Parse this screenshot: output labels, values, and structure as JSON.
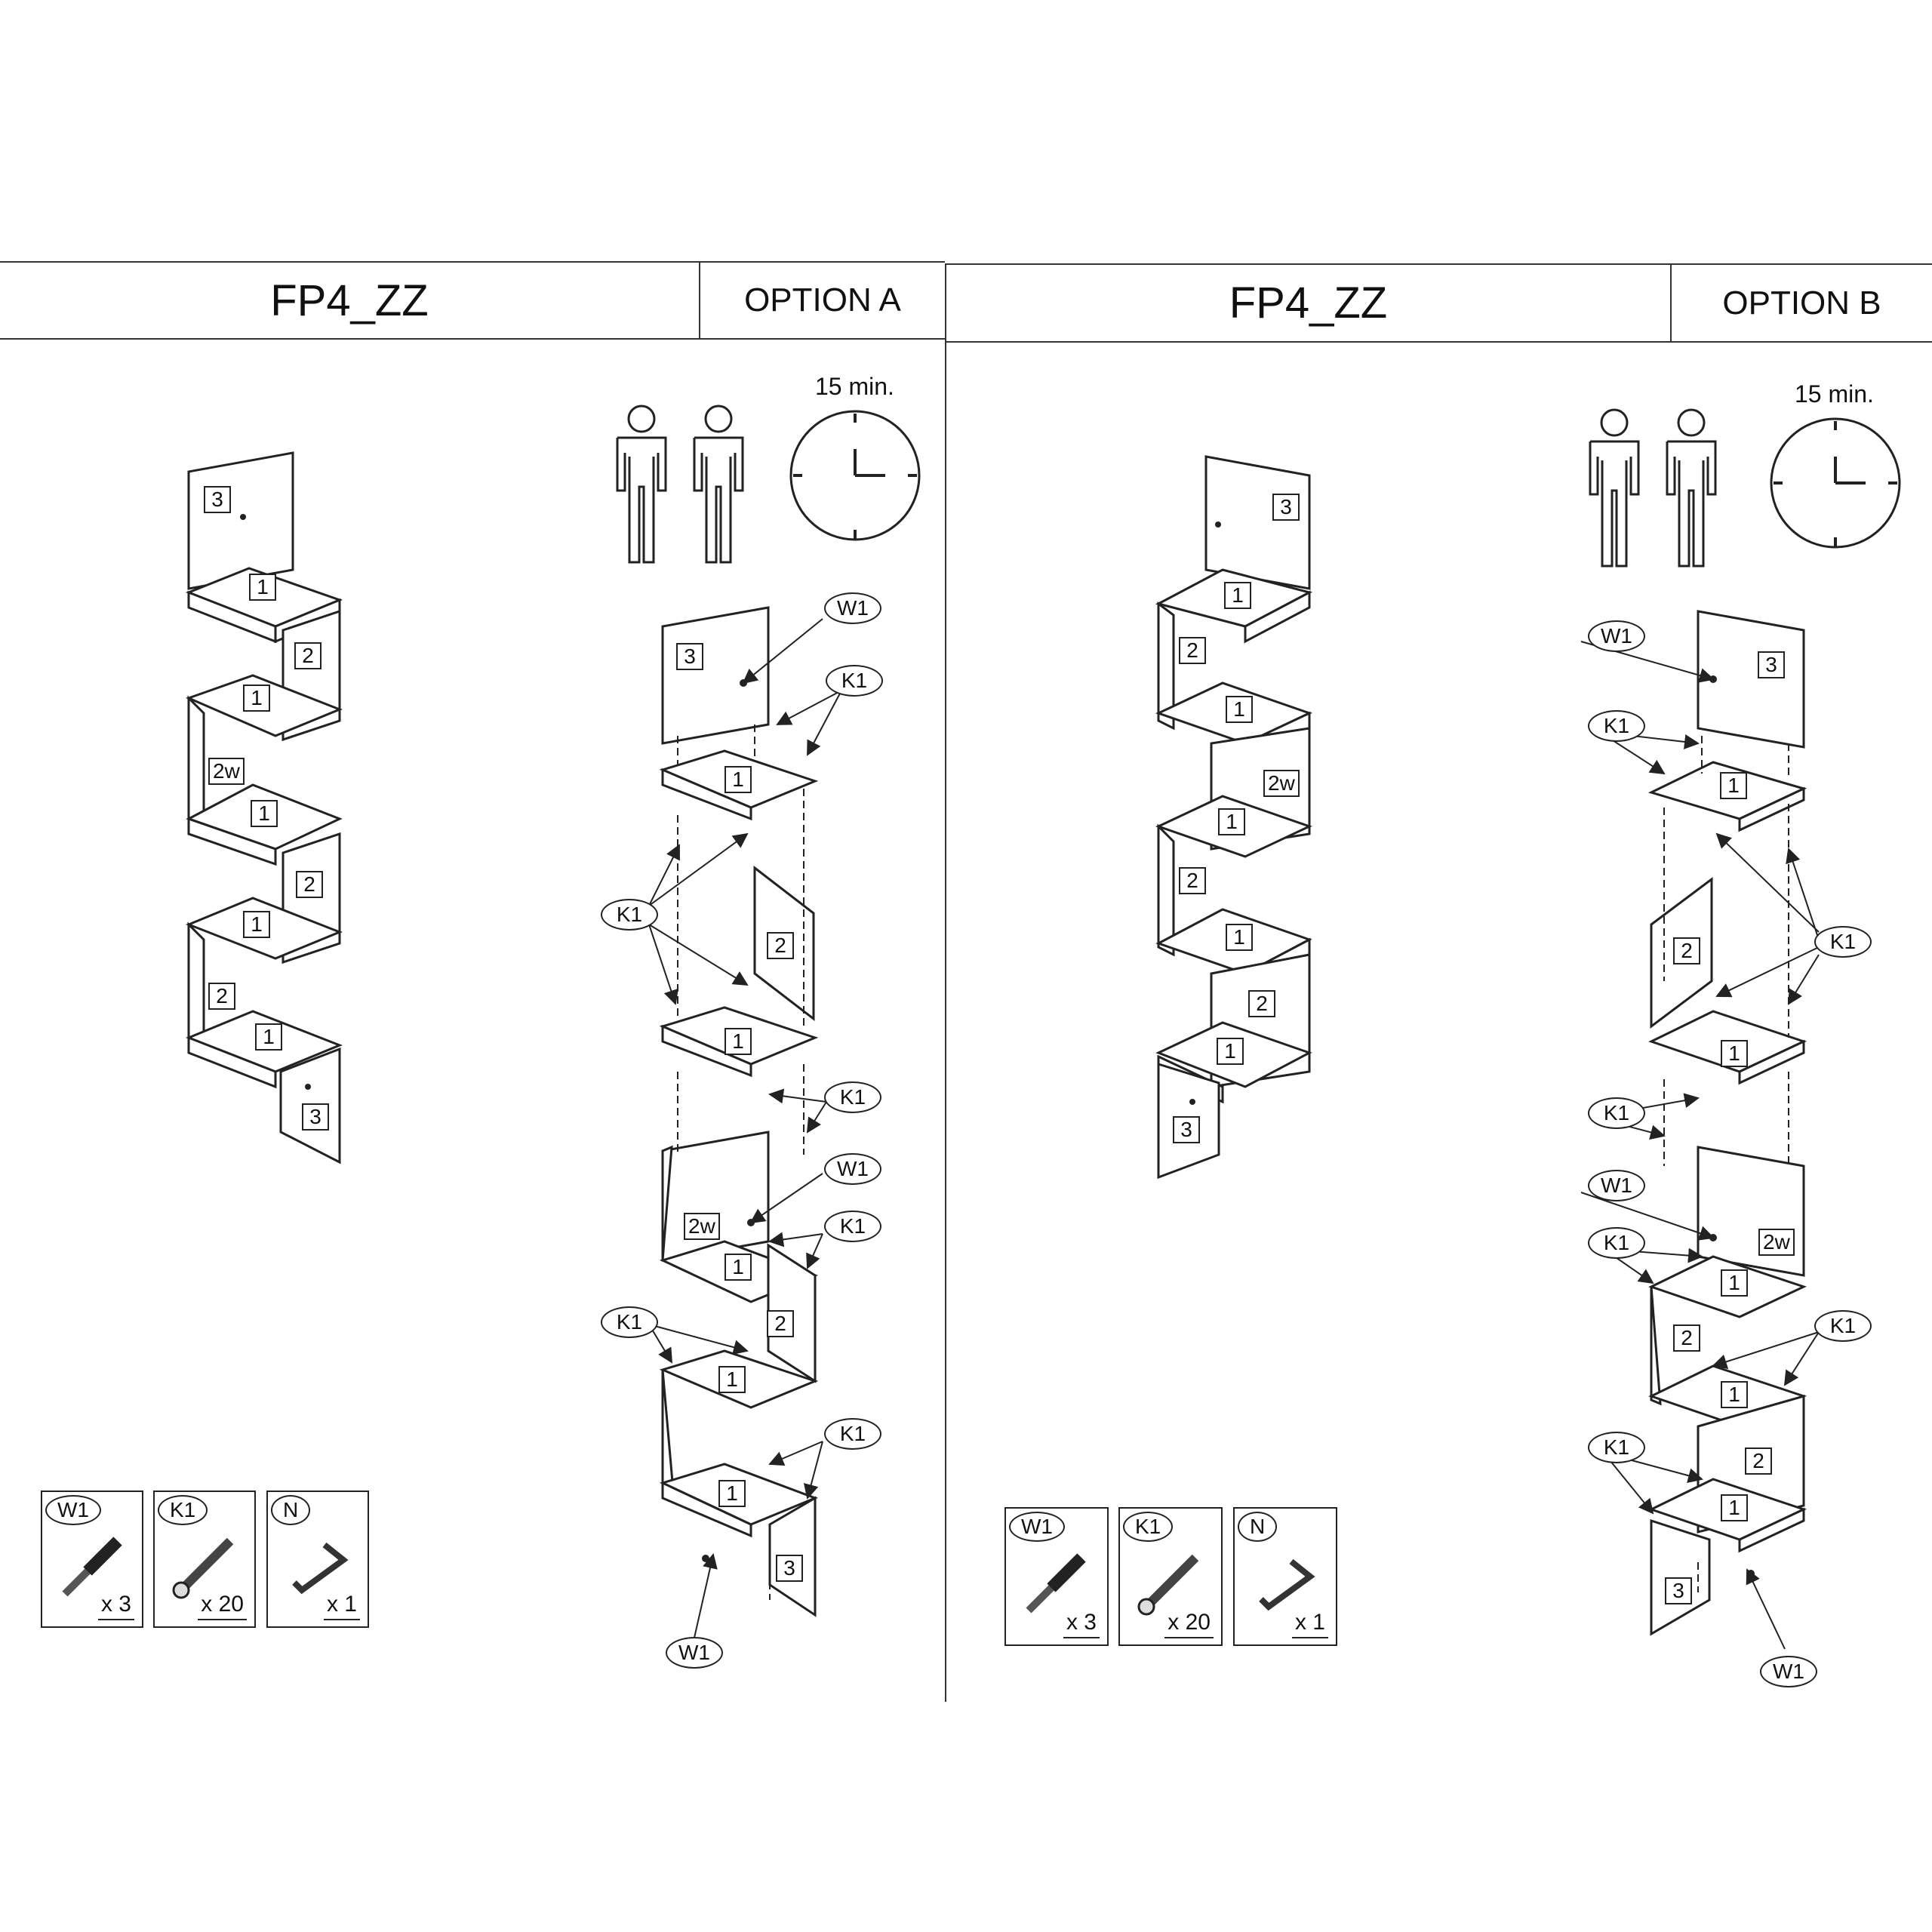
{
  "panels": [
    {
      "model": "FP4_ZZ",
      "option": "OPTION A",
      "time": "15 min.",
      "hardware": [
        {
          "code": "W1",
          "qty": "x 3",
          "icon": "wall-plug-screw-icon"
        },
        {
          "code": "K1",
          "qty": "x 20",
          "icon": "confirmat-screw-icon"
        },
        {
          "code": "N",
          "qty": "x 1",
          "icon": "allen-key-icon"
        }
      ]
    },
    {
      "model": "FP4_ZZ",
      "option": "OPTION B",
      "time": "15 min.",
      "hardware": [
        {
          "code": "W1",
          "qty": "x 3",
          "icon": "wall-plug-screw-icon"
        },
        {
          "code": "K1",
          "qty": "x 20",
          "icon": "confirmat-screw-icon"
        },
        {
          "code": "N",
          "qty": "x 1",
          "icon": "allen-key-icon"
        }
      ]
    }
  ],
  "part_labels": {
    "top_panel": "3",
    "shelf": "1",
    "side": "2",
    "wall_side": "2w",
    "bottom_panel": "3"
  },
  "callouts": {
    "wall_plug": "W1",
    "connector": "K1"
  }
}
